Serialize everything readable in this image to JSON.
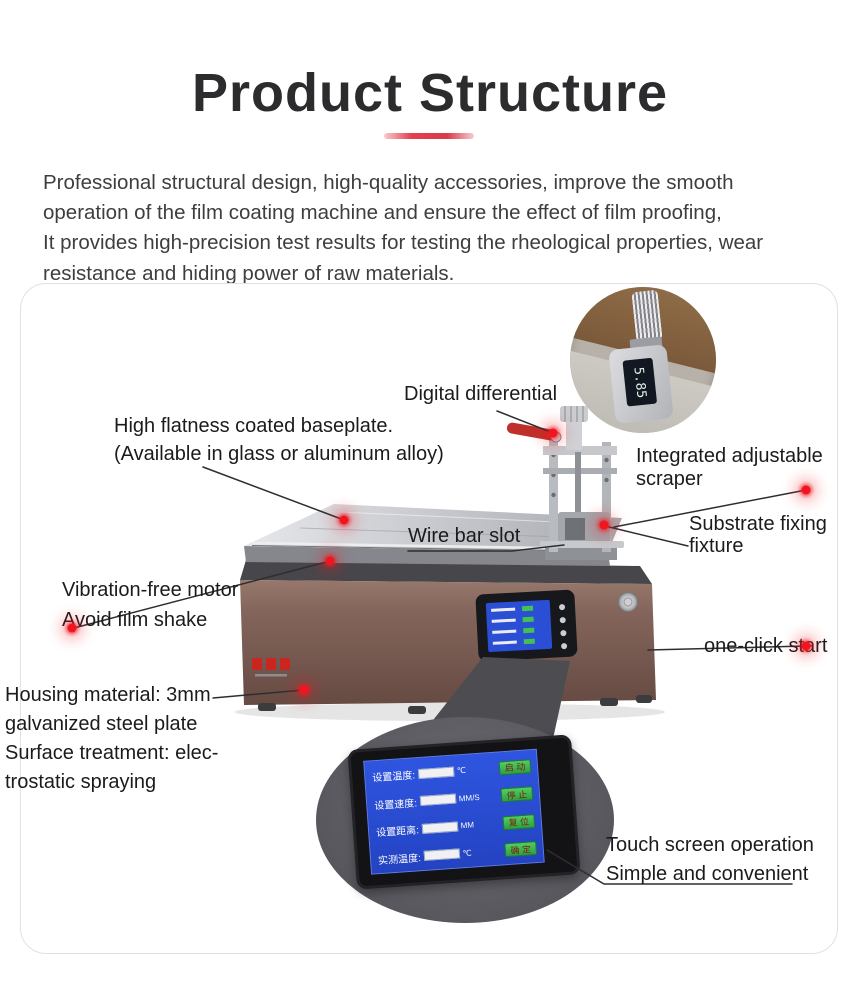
{
  "header": {
    "title": "Product Structure",
    "intro_lines": [
      "Professional structural design, high-quality accessories, improve the smooth",
      "operation of the film coating machine and ensure the effect of film proofing,",
      "It provides high-precision test results for testing the rheological properties, wear",
      "resistance and hiding power of raw materials."
    ]
  },
  "callouts": {
    "digital_differential": "Digital differential",
    "baseplate_line1": "High flatness coated baseplate.",
    "baseplate_line2": "(Available in glass or aluminum alloy)",
    "integrated_scraper_line1": "Integrated adjustable",
    "integrated_scraper_line2": "scraper",
    "wire_bar_slot": "Wire bar slot",
    "substrate_fixture_line1": "Substrate fixing",
    "substrate_fixture_line2": "fixture",
    "vibration_line1": "Vibration-free motor",
    "vibration_line2": "Avoid film shake",
    "one_click_start": "one-click start",
    "housing_line1": "Housing material: 3mm",
    "housing_line2": "galvanized steel plate",
    "housing_line3": "Surface treatment: elec-",
    "housing_line4": "trostatic spraying",
    "touch_line1": "Touch screen operation",
    "touch_line2": "Simple and convenient"
  },
  "micrometer": {
    "reading": "5.85"
  },
  "touch_panel": {
    "rows": [
      {
        "label": "设置温度:",
        "unit": "℃",
        "button": "启 动"
      },
      {
        "label": "设置速度:",
        "unit": "MM/S",
        "button": "停 止"
      },
      {
        "label": "设置距离:",
        "unit": "MM",
        "button": "复 位"
      },
      {
        "label": "实测温度:",
        "unit": "℃",
        "button": "确 定"
      }
    ]
  },
  "colors": {
    "accent_red": "#ec1c24",
    "machine_body": "#7d5f55",
    "screen_blue": "#2b50d8",
    "button_green": "#3cb94e"
  }
}
